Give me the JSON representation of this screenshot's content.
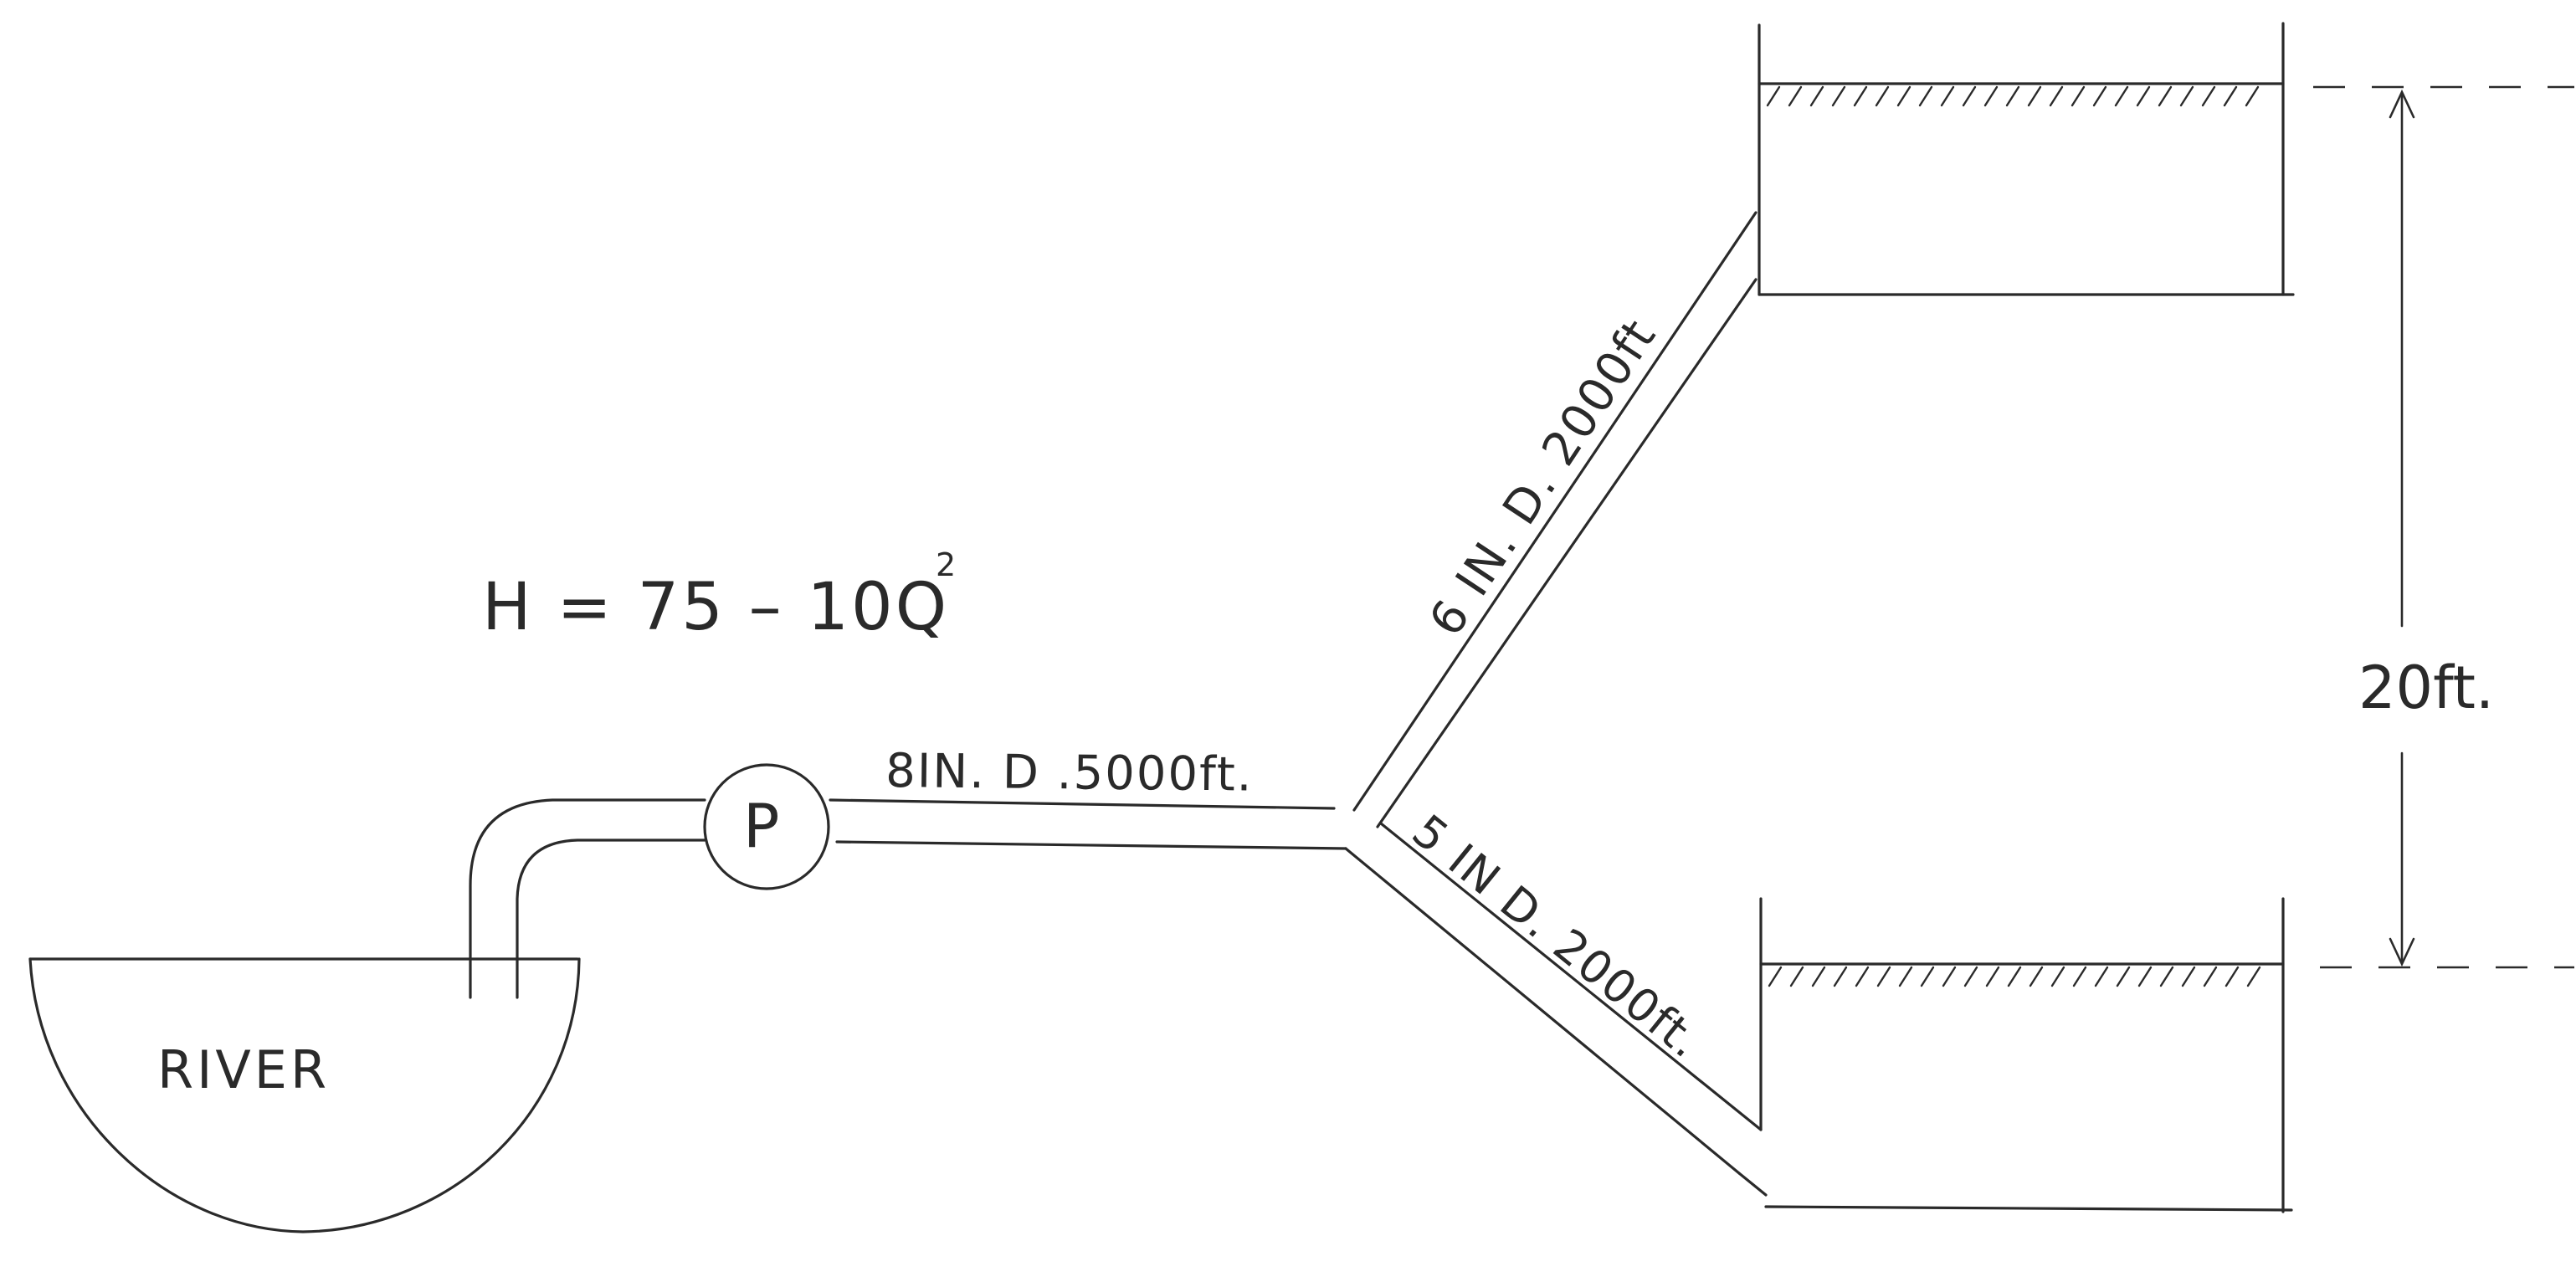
{
  "labels": {
    "river": "RIVER",
    "pump": "P",
    "pump_curve": "H = 75 – 10Q",
    "pump_curve_exponent": "2",
    "pipe_main": "8IN. D .5000ft.",
    "pipe_upper": "6 IN. D. 2000ft",
    "pipe_lower": "5 IN D. 2000ft.",
    "elevation_difference": "20ft."
  },
  "colors": {
    "ink": "#2a2a2a",
    "paper": "#ffffff"
  }
}
